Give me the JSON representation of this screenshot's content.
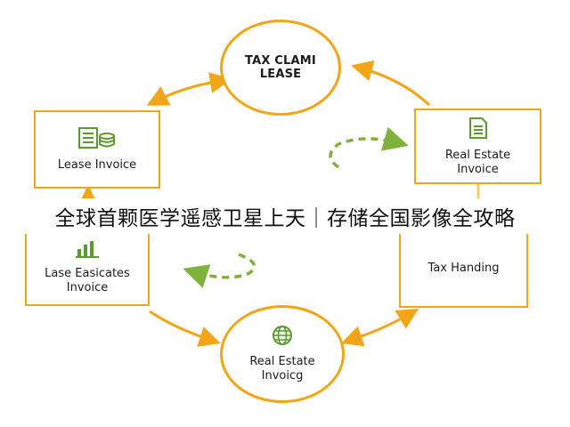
{
  "diagram": {
    "nodes": {
      "tax_claim_lease": {
        "label": "TAX CLAMI LEASE"
      },
      "lease_invoice": {
        "label": "Lease Invoice",
        "icon": "ledger-coins-icon"
      },
      "real_estate_invoice_top": {
        "label": "Real Estate\nInvoice",
        "icon": "document-icon"
      },
      "lase_estates_invoice": {
        "label": "Lase Easicates\nInvoice",
        "icon": "bar-chart-icon"
      },
      "tax_handling": {
        "label": "Tax Handing"
      },
      "real_estate_invoice_bottom": {
        "label": "Real Estate\nInvoicg",
        "icon": "globe-icon"
      }
    },
    "overlay_banner": "全球首颗医学遥感卫星上天｜存储全国影像全攻略",
    "colors": {
      "orange": "#f2a516",
      "green": "#7fb23a",
      "icon_green": "#5a9a2e",
      "text": "#1c1c1c"
    }
  }
}
